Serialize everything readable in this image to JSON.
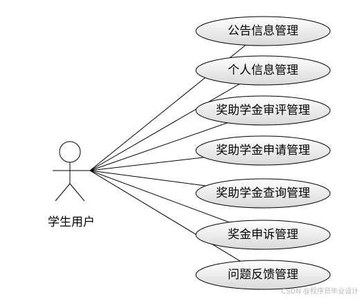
{
  "actor": {
    "label": "学生用户"
  },
  "use_cases": [
    {
      "label": "公告信息管理"
    },
    {
      "label": "个人信息管理"
    },
    {
      "label": "奖助学金审评管理"
    },
    {
      "label": "奖助学金申请管理"
    },
    {
      "label": "奖助学金查询管理"
    },
    {
      "label": "奖金申诉管理"
    },
    {
      "label": "问题反馈管理"
    }
  ],
  "watermark": "CSDN @程序员毕业设计",
  "colors": {
    "stroke": "#000000",
    "fill_top": "#ffffff",
    "fill_bottom": "#d9d9d9"
  }
}
